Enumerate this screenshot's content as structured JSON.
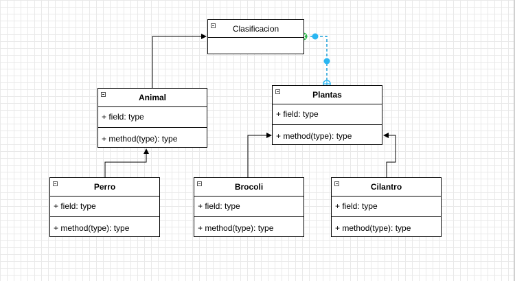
{
  "classes": {
    "clasificacion": {
      "name": "Clasificacion"
    },
    "animal": {
      "name": "Animal",
      "field": "+ field: type",
      "method": "+ method(type): type"
    },
    "plantas": {
      "name": "Plantas",
      "field": "+ field: type",
      "method": "+ method(type): type"
    },
    "perro": {
      "name": "Perro",
      "field": "+ field: type",
      "method": "+ method(type): type"
    },
    "brocoli": {
      "name": "Brocoli",
      "field": "+ field: type",
      "method": "+ method(type): type"
    },
    "cilantro": {
      "name": "Cilantro",
      "field": "+ field: type",
      "method": "+ method(type): type"
    }
  },
  "colors": {
    "edge": "#000000",
    "selected_edge": "#1a9fd9",
    "handle": "#29b6f2",
    "terminal_ok": "#2db84a",
    "grid": "#e9e9e9"
  }
}
